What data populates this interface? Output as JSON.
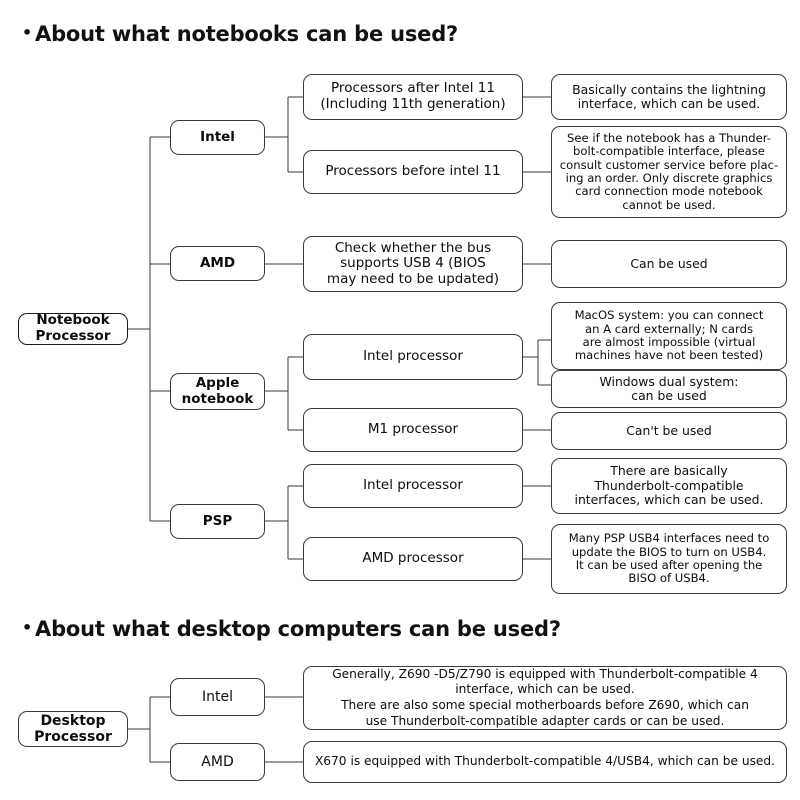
{
  "sections": [
    {
      "heading": "About what notebooks can be used?",
      "bullet": "•"
    },
    {
      "heading": "About what desktop computers can be used?",
      "bullet": "•"
    }
  ],
  "notebook_tree": {
    "root": "Notebook\nProcessor",
    "nodes": {
      "intel": "Intel",
      "intel_after": "Processors after Intel 11\n(Including 11th generation)",
      "intel_after_note": "Basically contains the lightning\ninterface, which can be used.",
      "intel_before": "Processors before intel 11",
      "intel_before_note": "See if the notebook has a Thunder-\nbolt-compatible interface, please\nconsult customer service before plac-\ning an order. Only discrete graphics\ncard connection mode notebook\ncannot be used.",
      "amd": "AMD",
      "amd_check": "Check whether the bus\nsupports USB 4 (BIOS\nmay need to be updated)",
      "amd_result": "Can be used",
      "apple": "Apple\nnotebook",
      "apple_intel": "Intel processor",
      "apple_intel_macos": "MacOS system: you can connect\nan A card externally; N cards\nare almost impossible (virtual\nmachines have not been tested)",
      "apple_intel_windows": "Windows dual system:\ncan be used",
      "apple_m1": "M1 processor",
      "apple_m1_note": "Can't be used",
      "psp": "PSP",
      "psp_intel": "Intel processor",
      "psp_intel_note": "There are basically\nThunderbolt-compatible\ninterfaces, which can be used.",
      "psp_amd": "AMD processor",
      "psp_amd_note": "Many PSP USB4 interfaces need to\nupdate the BIOS to turn on USB4.\nIt can be used after opening the\nBISO of USB4."
    }
  },
  "desktop_tree": {
    "root": "Desktop\nProcessor",
    "nodes": {
      "intel": "Intel",
      "intel_note": "Generally, Z690 -D5/Z790 is equipped with Thunderbolt-compatible 4\ninterface, which can be used.\nThere are also some special motherboards before Z690, which can\nuse Thunderbolt-compatible  adapter cards or can be used.",
      "amd": "AMD",
      "amd_note": "X670 is equipped with Thunderbolt-compatible 4/USB4, which can be used."
    }
  },
  "style": {
    "background": "#ffffff",
    "border_color": "#3a3a3a",
    "text_color": "#0d0d0d"
  }
}
